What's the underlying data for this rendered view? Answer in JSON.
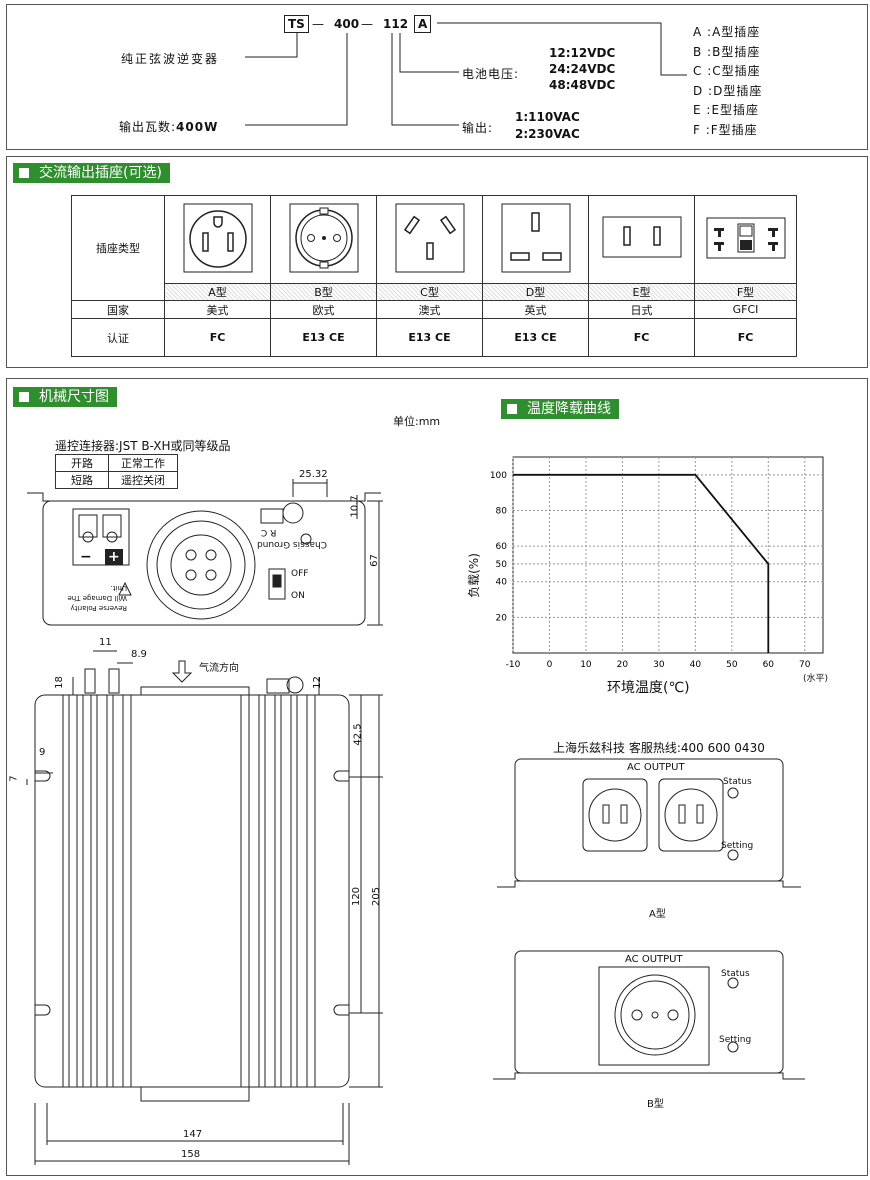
{
  "model": {
    "code_ts": "TS",
    "code_400": "400",
    "code_112": "112",
    "code_a": "A",
    "dash": "—",
    "label_inverter": "纯正弦波逆变器",
    "label_power": "输出瓦数:",
    "power_value": "400W",
    "label_voltage": "电池电压:",
    "voltages": [
      "12:12VDC",
      "24:24VDC",
      "48:48VDC"
    ],
    "label_output": "输出:",
    "outputs": [
      "1:110VAC",
      "2:230VAC"
    ],
    "socket_options": [
      "A :A型插座",
      "B :B型插座",
      "C :C型插座",
      "D :D型插座",
      "E :E型插座",
      "F :F型插座"
    ]
  },
  "sockets_section": {
    "title": "交流输出插座(可选)",
    "row_label_type": "插座类型",
    "row_label_country": "国家",
    "row_label_cert": "认证",
    "types": [
      "A型",
      "B型",
      "C型",
      "D型",
      "E型",
      "F型"
    ],
    "countries": [
      "美式",
      "欧式",
      "澳式",
      "英式",
      "日式",
      "GFCI"
    ],
    "certs": [
      "FC",
      "E13 CE",
      "E13 CE",
      "E13 CE",
      "FC",
      "FC"
    ]
  },
  "mech_section": {
    "title": "机械尺寸图",
    "unit": "单位:mm",
    "remote_label": "遥控连接器:JST B-XH或同等级品",
    "remote_table": [
      [
        "开路",
        "正常工作"
      ],
      [
        "短路",
        "遥控关闭"
      ]
    ],
    "dims": {
      "d2532": "25.32",
      "d107": "10.7",
      "d67": "67",
      "d11": "11",
      "d89": "8.9",
      "d18": "18",
      "d12": "12",
      "d9": "9",
      "d7": "7",
      "d425": "42.5",
      "d120": "120",
      "d205": "205",
      "d147": "147",
      "d158": "158"
    },
    "airflow": "气流方向",
    "front_texts": {
      "rc": "R C",
      "chassis": "Chassis Ground",
      "off": "OFF",
      "on": "ON",
      "warn": "Reverse Polarity Will Damage The Unit.",
      "minus": "−",
      "plus": "+"
    }
  },
  "derating": {
    "title": "温度降载曲线",
    "ylabel": "负载(%)",
    "xlabel": "环境温度(℃)",
    "xnote": "(水平)"
  },
  "company": "上海乐兹科技 客服热线:400 600 0430",
  "panel_a": {
    "title": "AC OUTPUT",
    "status": "Status",
    "setting": "Setting",
    "caption": "A型"
  },
  "panel_b": {
    "title": "AC OUTPUT",
    "status": "Status",
    "setting": "Setting",
    "caption": "B型"
  },
  "chart_data": {
    "type": "line",
    "title": "温度降载曲线",
    "xlabel": "环境温度(℃)",
    "ylabel": "负载(%)",
    "x_ticks": [
      -10,
      0,
      10,
      20,
      30,
      40,
      50,
      60,
      70
    ],
    "y_ticks": [
      20,
      40,
      50,
      60,
      80,
      100
    ],
    "xlim": [
      -10,
      75
    ],
    "ylim": [
      0,
      110
    ],
    "grid": true,
    "series": [
      {
        "x": [
          -10,
          40,
          60,
          60
        ],
        "y": [
          100,
          100,
          50,
          0
        ]
      }
    ]
  }
}
